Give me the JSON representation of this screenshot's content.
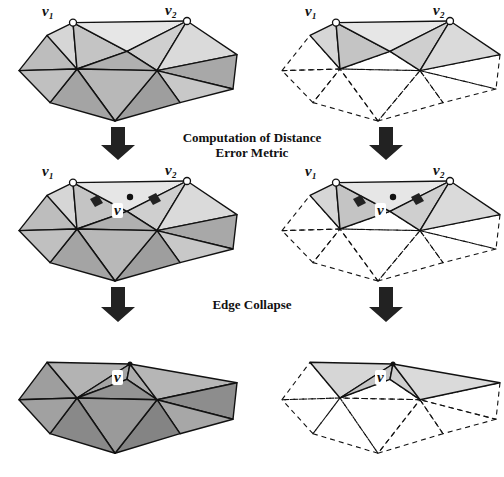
{
  "diagram": {
    "labels": [
      "v₁",
      "v₂",
      "v₁",
      "v₂",
      "Computation of Distance Error Metric",
      "v₁",
      "v₂",
      "v",
      "v₁",
      "v₂",
      "v",
      "Edge Collapse",
      "v",
      "v"
    ]
  }
}
